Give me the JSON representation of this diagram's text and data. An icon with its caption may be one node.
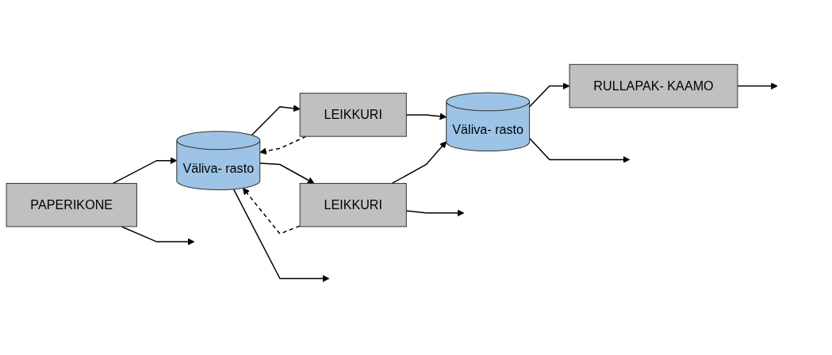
{
  "diagram": {
    "nodes": [
      {
        "text": [
          "PAPERIKONE"
        ]
      },
      {
        "text": [
          "Väliva- rasto"
        ]
      },
      {
        "text": [
          "LEIKKURI"
        ]
      },
      {
        "text": [
          "LEIKKURI"
        ]
      },
      {
        "text": [
          "Väliva- rasto"
        ]
      },
      {
        "text": [
          "RULLAPAK- KAAMO"
        ]
      }
    ],
    "edges": [
      {
        "from": 0,
        "to": 1,
        "arrow": "to"
      },
      {
        "from": 1,
        "to": 2,
        "arrow": "to"
      },
      {
        "from": 1,
        "to": 3,
        "arrow": "to"
      },
      {
        "from": 2,
        "to": 4,
        "arrow": "to"
      },
      {
        "from": 3,
        "to": 4,
        "arrow": "to"
      },
      {
        "from": 4,
        "to": 5,
        "arrow": "to"
      },
      {
        "from": 2,
        "to": 1,
        "arrow": "to",
        "style": "dashed"
      },
      {
        "from": 3,
        "to": 1,
        "arrow": "to",
        "style": "dashed"
      },
      {
        "from": 1,
        "to": null,
        "arrow": "to"
      },
      {
        "from": 0,
        "to": null,
        "arrow": "to"
      },
      {
        "from": 4,
        "to": null,
        "arrow": "to"
      },
      {
        "from": 3,
        "to": null,
        "arrow": "to"
      },
      {
        "from": 5,
        "to": null,
        "arrow": "to"
      }
    ]
  }
}
